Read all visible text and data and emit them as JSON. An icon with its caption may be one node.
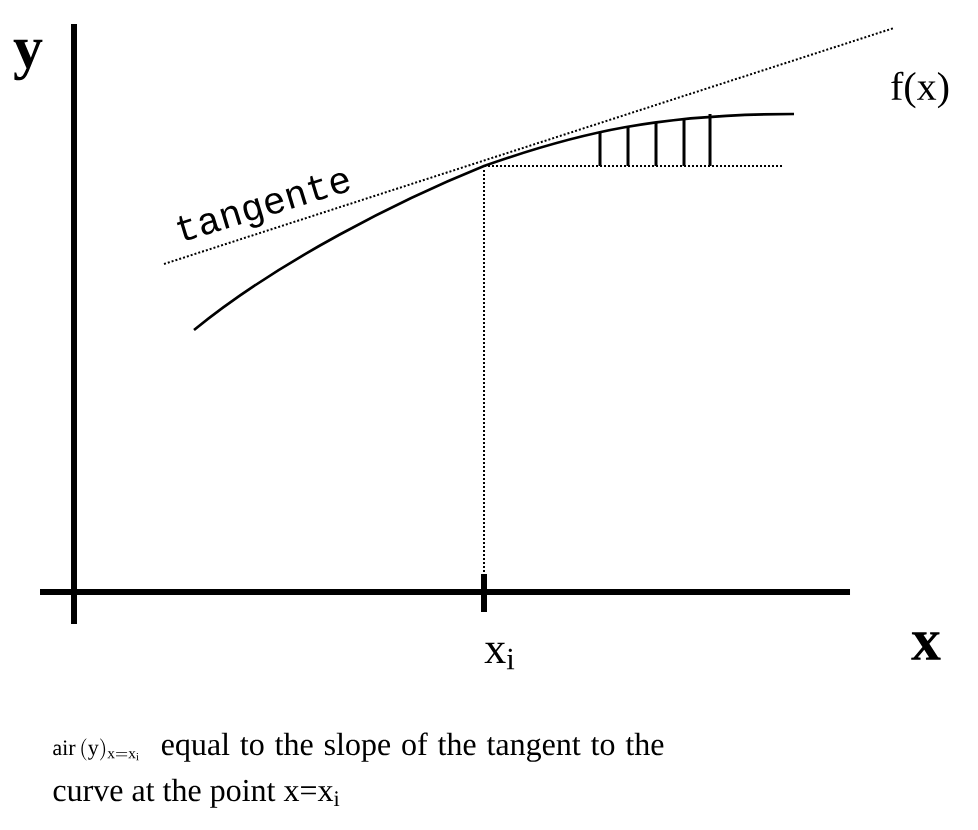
{
  "diagram": {
    "labels": [
      "y",
      "tangente",
      "f(x)",
      "x$_{i}$",
      "x",
      "\\mathrm{air}\\,(\\mathrm{y})_{\\mathrm{x=x_i}}"
    ],
    "caption": "equal to the slope of the tangent to the curve at the point x=x$_{i}$"
  }
}
